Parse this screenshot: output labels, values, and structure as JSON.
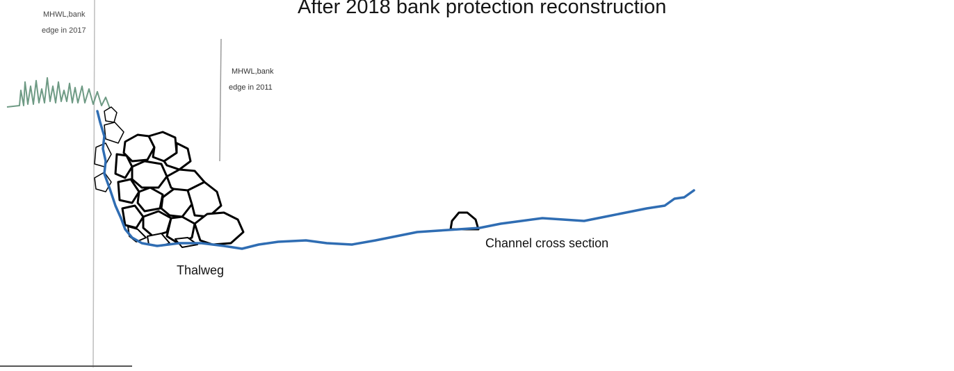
{
  "title": "After 2018 bank protection reconstruction",
  "labels": {
    "mhwl_2017_line1": "MHWL,bank",
    "mhwl_2017_line2": "edge in 2017",
    "mhwl_2011_line1": "MHWL,bank",
    "mhwl_2011_line2": "edge in 2011",
    "thalweg": "Thalweg",
    "channel": "Channel cross section"
  },
  "colors": {
    "channel_line": "#2f6db3",
    "vegetation": "#6e9a84",
    "rock_outline": "#000000",
    "reference_line": "#bdbdbd",
    "text": "#111111"
  }
}
